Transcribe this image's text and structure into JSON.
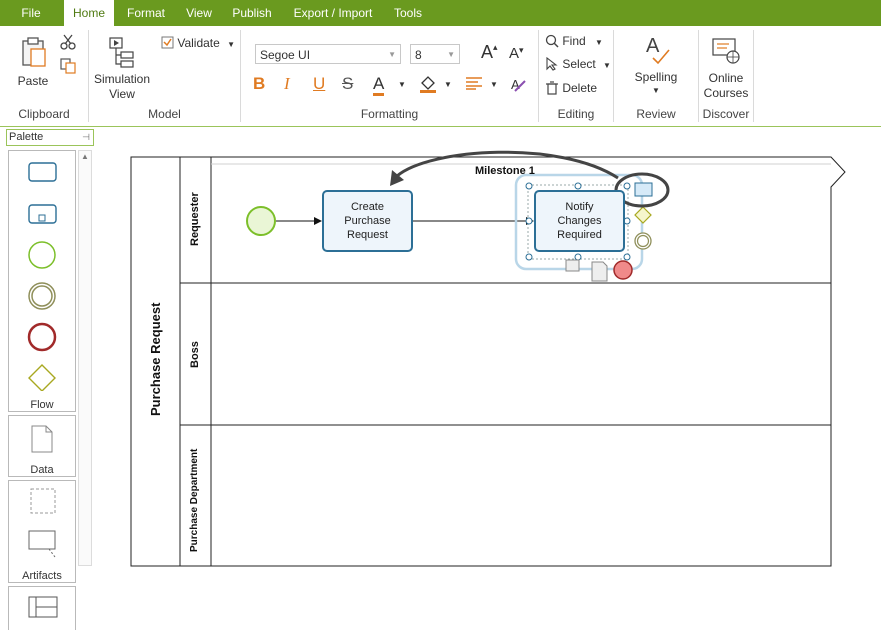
{
  "tabs": [
    "File",
    "Home",
    "Format",
    "View",
    "Publish",
    "Export / Import",
    "Tools"
  ],
  "active_tab": "Home",
  "ribbon": {
    "clipboard": {
      "label": "Clipboard",
      "paste": "Paste"
    },
    "model": {
      "label": "Model",
      "simulation": "Simulation",
      "simulation2": "View",
      "validate": "Validate"
    },
    "formatting": {
      "label": "Formatting",
      "font": "Segoe UI",
      "size": "8"
    },
    "editing": {
      "label": "Editing",
      "find": "Find",
      "select": "Select",
      "delete": "Delete"
    },
    "review": {
      "label": "Review",
      "spelling": "Spelling"
    },
    "discover": {
      "label": "Discover",
      "online1": "Online",
      "online2": "Courses"
    }
  },
  "palette": {
    "title": "Palette",
    "sections": [
      "Flow",
      "Data",
      "Artifacts"
    ]
  },
  "diagram": {
    "pool": "Purchase Request",
    "lanes": [
      "Requester",
      "Boss",
      "Purchase Department"
    ],
    "milestone": "Milestone 1",
    "tasks": [
      {
        "line1": "Create",
        "line2": "Purchase",
        "line3": "Request"
      },
      {
        "line1": "Notify",
        "line2": "Changes",
        "line3": "Required"
      }
    ]
  },
  "colors": {
    "accent": "#6a9a1f",
    "task_border": "#2c6f96",
    "start_event": "#7cbf2a",
    "end_event": "#a12a2a",
    "gateway": "#a8a820"
  }
}
